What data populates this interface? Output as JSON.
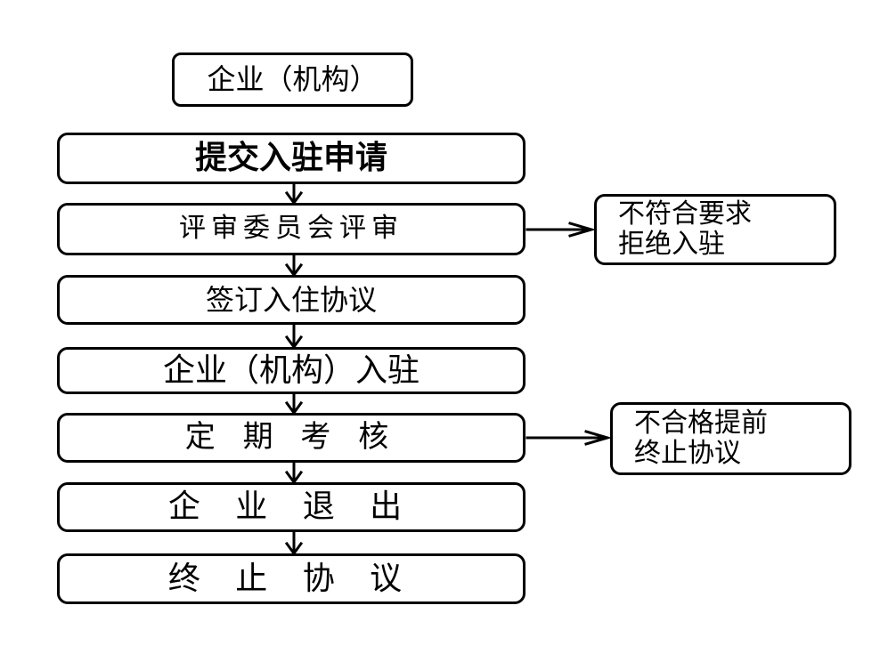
{
  "flow": {
    "start_label": "企业（机构）",
    "steps": [
      "提交入驻申请",
      "评审委员会评审",
      "签订入住协议",
      "企业（机构）入驻",
      "定 期 考 核",
      "企 业 退 出",
      "终 止 协 议"
    ],
    "branches": {
      "review_reject": {
        "line1": "不符合要求",
        "line2": "拒绝入驻"
      },
      "assessment_fail": {
        "line1": "不合格提前",
        "line2": "终止协议"
      }
    }
  }
}
